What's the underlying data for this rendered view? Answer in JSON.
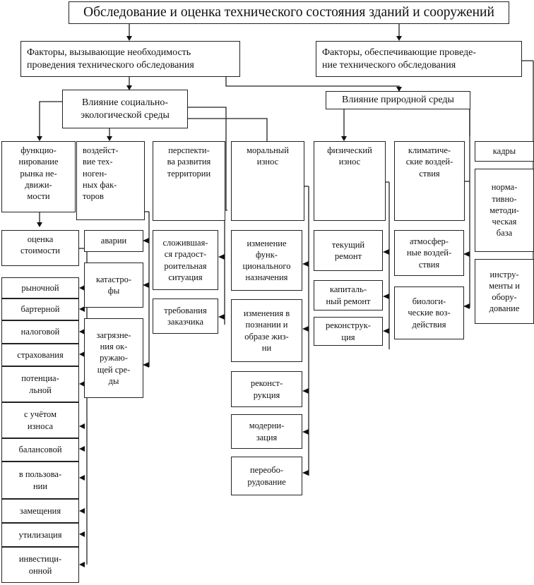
{
  "title": "Обследование и оценка технического состояния зданий и сооружений",
  "factors_necessity": "Факторы, вызывающие необходимость\nпроведения технического обследования",
  "factors_support": "Факторы, обеспечивающие проведе-\nние технического обследования",
  "social_env": "Влияние социально-\nэкологической среды",
  "natural_env": "Влияние природной среды",
  "market": "функцио-\nнирование\nрынка не-\nдвижи-\nмости",
  "valuation": "оценка\nстоимости",
  "value_types": [
    "рыночной",
    "бартерной",
    "налоговой",
    "страхования",
    "потенциа-\nльной",
    "с учётом\nизноса",
    "балансовой",
    "в пользова-\nнии",
    "замещения",
    "утилизация",
    "инвестици-\nонной"
  ],
  "technogenic": "воздейст-\nвие тех-\nноген-\nных фак-\nторов",
  "technogenic_items": [
    "аварии",
    "катастро-\nфы",
    "загрязне-\nния ок-\nружаю-\nщей сре-\nды"
  ],
  "prospects": "перспекти-\nва развития\nтерритории",
  "prospects_items": [
    "сложившая-\nся градост-\nроительная\nситуация",
    "требования\nзаказчика"
  ],
  "moral": "моральный\nизнос",
  "moral_items": [
    "изменение\nфунк-\nционального\nназначения",
    "изменения в\nпознании и\nобразе жиз-\nни",
    "реконст-\nрукция",
    "модерни-\nзация",
    "переобо-\nрудование"
  ],
  "physical": "физический\nизнос",
  "physical_items": [
    "текущий\nремонт",
    "капиталь-\nный ремонт",
    "реконструк-\nция"
  ],
  "climatic": "климатиче-\nские воздей-\nствия",
  "climatic_items": [
    "атмосфер-\nные воздей-\nствия",
    "биологи-\nческие воз-\nдействия"
  ],
  "support_items": [
    "кадры",
    "норма-\nтивно-\nметоди-\nческая\nбаза",
    "инстру-\nменты и\nобору-\nдование"
  ]
}
